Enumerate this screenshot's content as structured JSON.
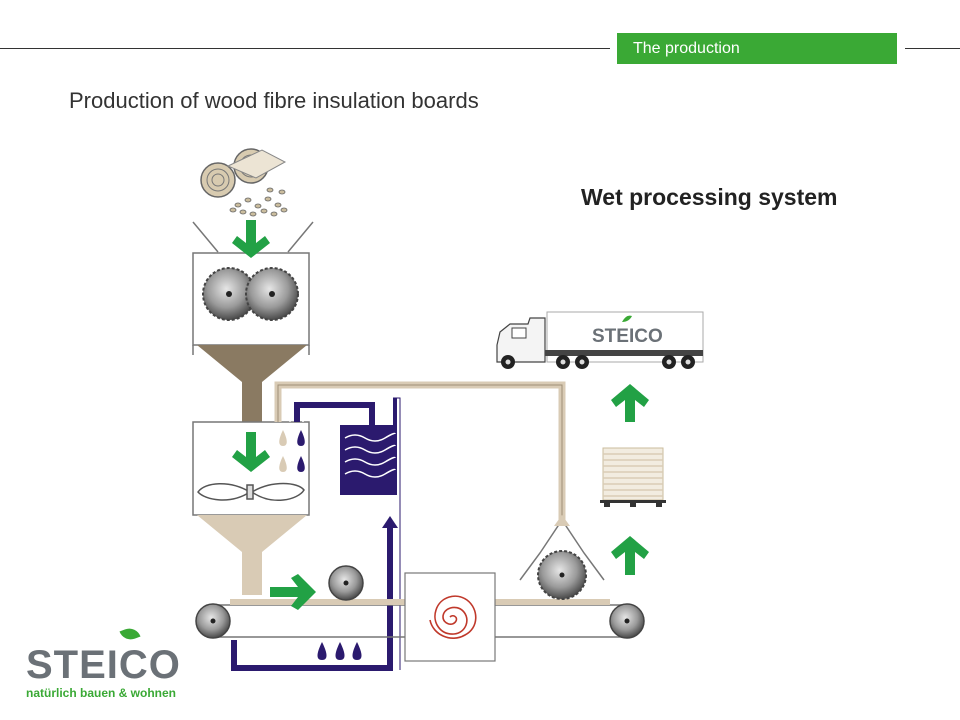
{
  "header": {
    "section_tag": "The production",
    "title": "Production of wood fibre insulation boards"
  },
  "diagram": {
    "subtitle": "Wet processing system",
    "truck_brand": "STEICO"
  },
  "logo": {
    "wordmark": "STEICO",
    "tagline": "natürlich bauen & wohnen"
  },
  "colors": {
    "accent_green": "#3aa935",
    "pipe_beige": "#d9cbb5",
    "pipe_navy": "#2b1a6e",
    "hopper_brown": "#8a7a62",
    "spiral_red": "#c0392b"
  }
}
